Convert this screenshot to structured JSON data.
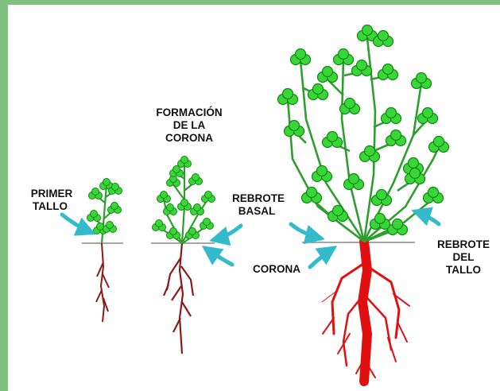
{
  "labels": {
    "primer_tallo_1": "PRIMER",
    "primer_tallo_2": "TALLO",
    "formacion_1": "FORMACIÓN",
    "formacion_2": "DE LA",
    "formacion_3": "CORONA",
    "rebrote_basal_1": "REBROTE",
    "rebrote_basal_2": "BASAL",
    "corona": "CORONA",
    "rebrote_tallo_1": "REBROTE",
    "rebrote_tallo_2": "DEL",
    "rebrote_tallo_3": "TALLO"
  },
  "colors": {
    "border": "#7fbf7f",
    "leaf": "#39d639",
    "leaf_edge": "#118811",
    "stem": "#2e9e2e",
    "root_small": "#8b1a1a",
    "root_large": "#e01010",
    "arrow": "#33bbcc",
    "ground": "#888888"
  }
}
